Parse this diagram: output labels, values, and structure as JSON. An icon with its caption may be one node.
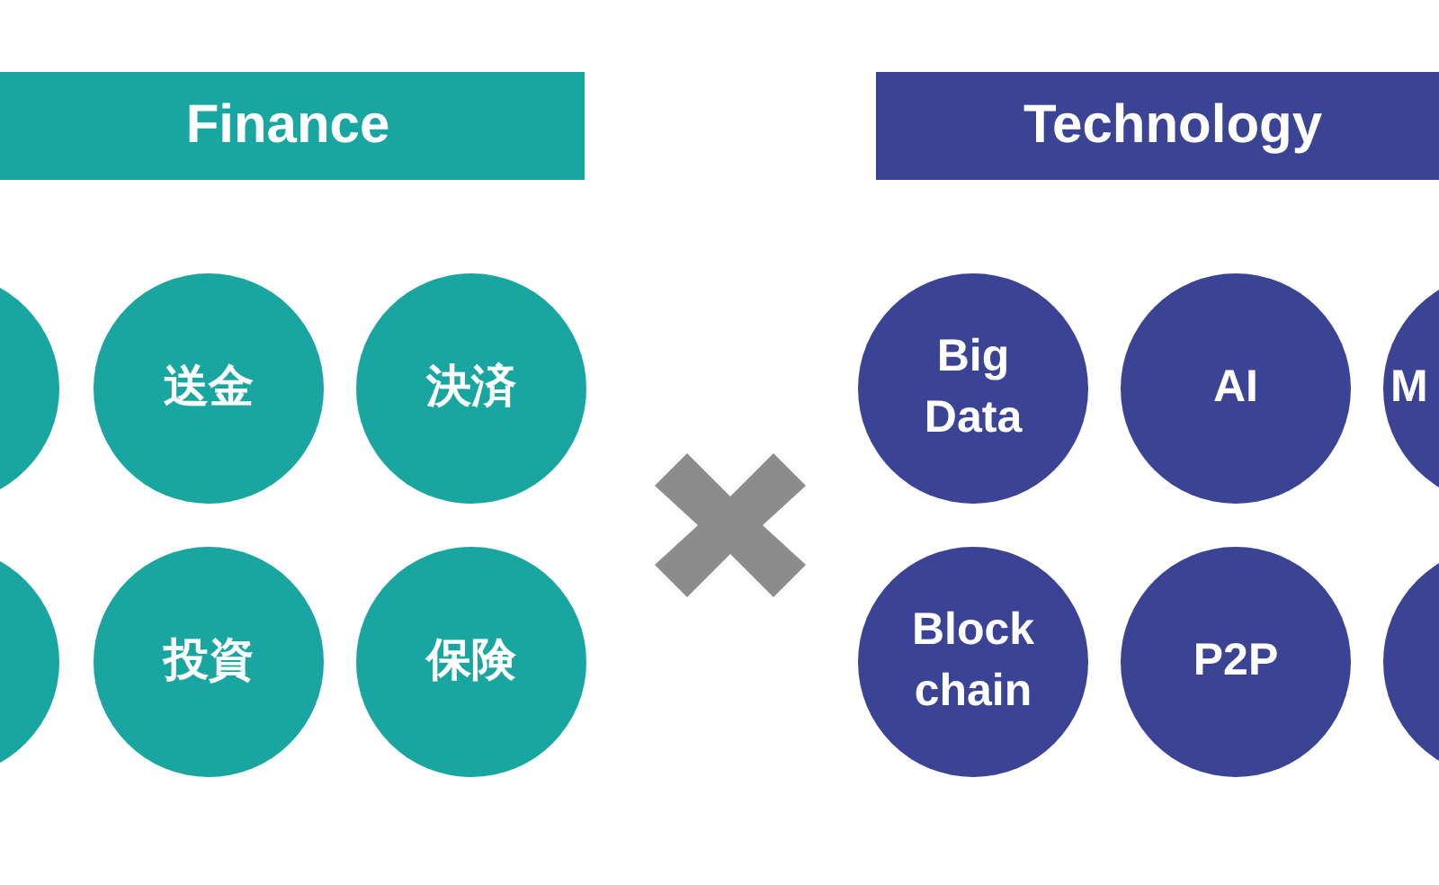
{
  "diagram": {
    "nodes": [
      {
        "text": [
          "Finance"
        ]
      },
      {
        "text": [],
        "shape": "circle"
      },
      {
        "text": [
          "送金"
        ]
      },
      {
        "text": [
          "決済"
        ]
      },
      {
        "text": [],
        "shape": "circle"
      },
      {
        "text": [
          "投資"
        ]
      },
      {
        "text": [
          "保険"
        ]
      },
      {
        "text": [],
        "shape": "cross"
      },
      {
        "text": [
          "Technology"
        ]
      },
      {
        "text": [
          "Big Data"
        ]
      },
      {
        "text": [
          "AI"
        ]
      },
      {
        "text": [
          "M"
        ]
      },
      {
        "text": [
          "Block chain"
        ]
      },
      {
        "text": [
          "P2P"
        ]
      },
      {
        "text": [],
        "shape": "circle"
      }
    ]
  }
}
